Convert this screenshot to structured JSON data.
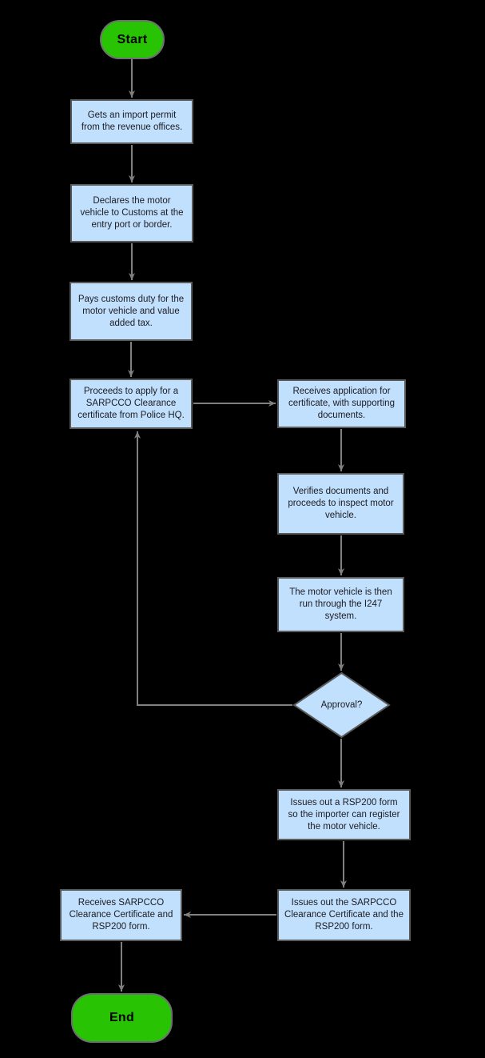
{
  "diagram": {
    "title": "Motor Vehicle Import and SARPCCO Clearance Process Flowchart",
    "type": "flowchart",
    "background_color": "#000000",
    "process_fill_color": "#c1e0fd",
    "terminator_fill_color": "#28c404",
    "border_color": "#5a5a5a",
    "edge_color": "#808080",
    "text_color": "#1c1c22"
  },
  "nodes": {
    "start": {
      "label": "Start",
      "shape": "terminator"
    },
    "import_permit": {
      "label": "Gets an import permit\nfrom the revenue offices.",
      "shape": "process"
    },
    "declare_customs": {
      "label": "Declares the motor\nvehicle to Customs at the\nentry port or border.",
      "shape": "process"
    },
    "pay_duty": {
      "label": "Pays customs duty for the\nmotor vehicle and value\nadded tax.",
      "shape": "process"
    },
    "apply_clearance": {
      "label": "Proceeds to apply for a\nSARPCCO Clearance\ncertificate from Police HQ.",
      "shape": "process"
    },
    "receives_application": {
      "label": "Receives application for\ncertificate, with supporting\ndocuments.",
      "shape": "process"
    },
    "verifies_documents": {
      "label": "Verifies documents and\nproceeds to  inspect motor\nvehicle.",
      "shape": "process"
    },
    "i247_system": {
      "label": "The motor vehicle is then\nrun through the I247\nsystem.",
      "shape": "process"
    },
    "approval_decision": {
      "label": "Approval?",
      "shape": "decision"
    },
    "issues_rsp200": {
      "label": "Issues out a RSP200 form\nso the importer can register\nthe motor vehicle.",
      "shape": "process"
    },
    "issues_certificate": {
      "label": "Issues out the SARPCCO\nClearance Certificate and the\nRSP200 form.",
      "shape": "process"
    },
    "receives_certificate": {
      "label": "Receives SARPCCO\nClearance Certificate and\nRSP200 form.",
      "shape": "process"
    },
    "end": {
      "label": "End",
      "shape": "terminator"
    }
  },
  "edges": [
    {
      "from": "start",
      "to": "import_permit",
      "label": ""
    },
    {
      "from": "import_permit",
      "to": "declare_customs",
      "label": ""
    },
    {
      "from": "declare_customs",
      "to": "pay_duty",
      "label": ""
    },
    {
      "from": "pay_duty",
      "to": "apply_clearance",
      "label": ""
    },
    {
      "from": "apply_clearance",
      "to": "receives_application",
      "label": ""
    },
    {
      "from": "receives_application",
      "to": "verifies_documents",
      "label": ""
    },
    {
      "from": "verifies_documents",
      "to": "i247_system",
      "label": ""
    },
    {
      "from": "i247_system",
      "to": "approval_decision",
      "label": ""
    },
    {
      "from": "approval_decision",
      "to": "apply_clearance",
      "label": ""
    },
    {
      "from": "approval_decision",
      "to": "issues_rsp200",
      "label": ""
    },
    {
      "from": "issues_rsp200",
      "to": "issues_certificate",
      "label": ""
    },
    {
      "from": "issues_certificate",
      "to": "receives_certificate",
      "label": ""
    },
    {
      "from": "receives_certificate",
      "to": "end",
      "label": ""
    }
  ]
}
